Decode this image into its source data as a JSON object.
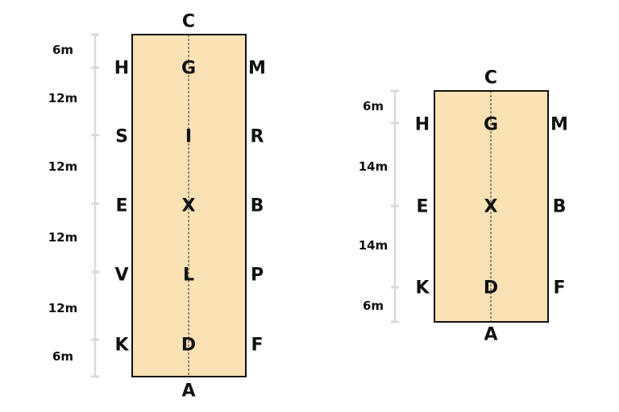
{
  "arena_large": {
    "letters": {
      "C": "C",
      "H": "H",
      "G": "G",
      "M": "M",
      "S": "S",
      "I": "I",
      "R": "R",
      "E": "E",
      "X": "X",
      "B": "B",
      "V": "V",
      "L": "L",
      "P": "P",
      "K": "K",
      "D": "D",
      "F": "F",
      "A": "A"
    },
    "distances": [
      "6m",
      "12m",
      "12m",
      "12m",
      "12m",
      "6m"
    ]
  },
  "arena_small": {
    "letters": {
      "C": "C",
      "H": "H",
      "G": "G",
      "M": "M",
      "E": "E",
      "X": "X",
      "B": "B",
      "K": "K",
      "D": "D",
      "F": "F",
      "A": "A"
    },
    "distances": [
      "6m",
      "14m",
      "14m",
      "6m"
    ]
  },
  "colors": {
    "arena_fill": "#FBE2B5",
    "ruler": "#d9d9d9"
  }
}
